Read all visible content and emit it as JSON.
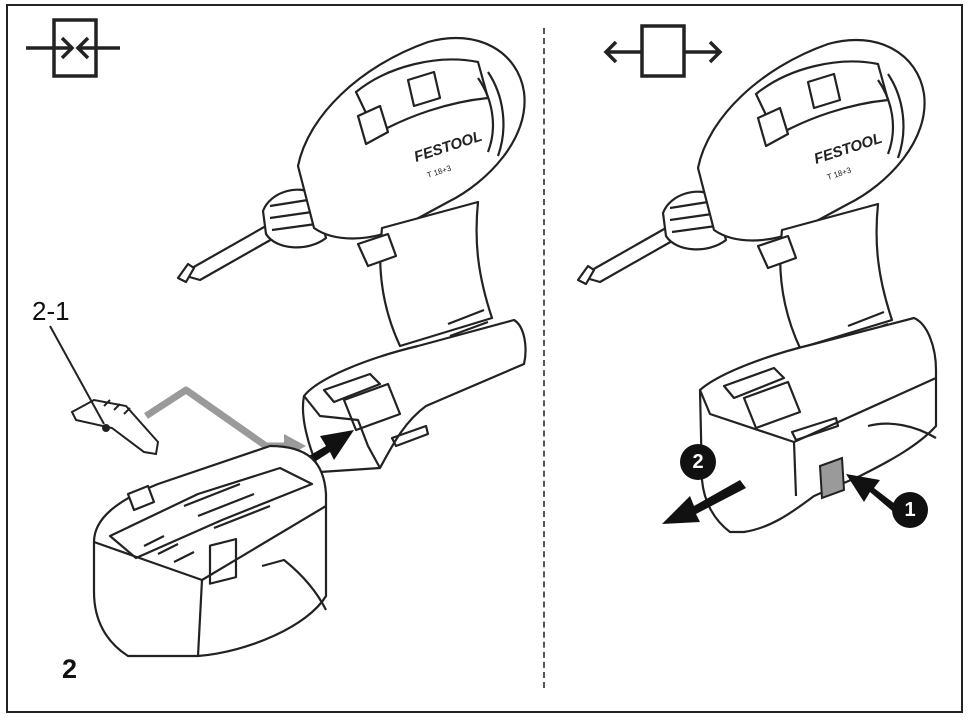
{
  "figure": {
    "number": "2",
    "part_label": "2-1",
    "brand_text": "FESTOOL",
    "model_text": "T 18+3",
    "steps": {
      "first": "1",
      "second": "2"
    }
  },
  "icons": {
    "insert": "insert-battery-icon",
    "remove": "remove-battery-icon"
  },
  "colors": {
    "line": "#222222",
    "guide_arrow": "#9a9a9a",
    "release_button": "#9a9a9a",
    "badge": "#111111"
  }
}
